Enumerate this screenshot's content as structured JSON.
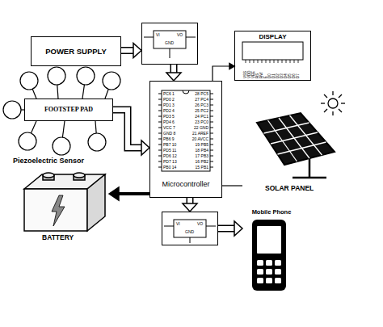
{
  "diagram": {
    "nodes": [
      {
        "text": [
          "POWER SUPPLY"
        ]
      },
      {
        "text": [
          "VI",
          "VO",
          "GND"
        ]
      },
      {
        "text": [
          "DISPLAY"
        ]
      },
      {
        "text": [
          "FOOTSTEP PAD"
        ]
      },
      {
        "text": [
          "Microcontroller"
        ]
      },
      {
        "text": [
          "SOLAR PANEL"
        ]
      },
      {
        "text": [
          "BATTERY"
        ]
      },
      {
        "text": [
          "VI",
          "VO",
          "GND"
        ]
      },
      {
        "text": [
          "Mobile Phone"
        ]
      }
    ],
    "edges": [
      {
        "from": 0,
        "to": 1,
        "arrow": "to"
      },
      {
        "from": 1,
        "to": 4,
        "arrow": "to"
      },
      {
        "from": 4,
        "to": 2,
        "arrow": "to"
      },
      {
        "from": 3,
        "to": 4,
        "arrow": "to"
      },
      {
        "from": 4,
        "to": 5,
        "arrow": "none"
      },
      {
        "from": 4,
        "to": 6,
        "arrow": "to"
      },
      {
        "from": 4,
        "to": 7,
        "arrow": "to"
      },
      {
        "from": 7,
        "to": 8,
        "arrow": "to"
      }
    ],
    "labels": [
      "Piezoelectric Sensor",
      "PC6 1",
      "28 PC5",
      "PD0 2",
      "27 PC4",
      "PD1 3",
      "26 PC3",
      "PD2 4",
      "25 PC2",
      "PD3 5",
      "24 PC1",
      "PD4 6",
      "23 PC0",
      "VCC 7",
      "22 GND",
      "GND 8",
      "21 AREF",
      "PB6 9",
      "20 AVCC",
      "PB7 10",
      "19 PB5",
      "PD5 11",
      "18 PB4",
      "PD6 12",
      "17 PB3",
      "PD7 13",
      "16 PB2",
      "PB0 14",
      "15 PB1",
      "VSS",
      "VDD",
      "VEE",
      "RS",
      "RW",
      "E",
      "D0",
      "D1",
      "D2",
      "D3",
      "D4",
      "D5",
      "D6",
      "D7"
    ]
  }
}
